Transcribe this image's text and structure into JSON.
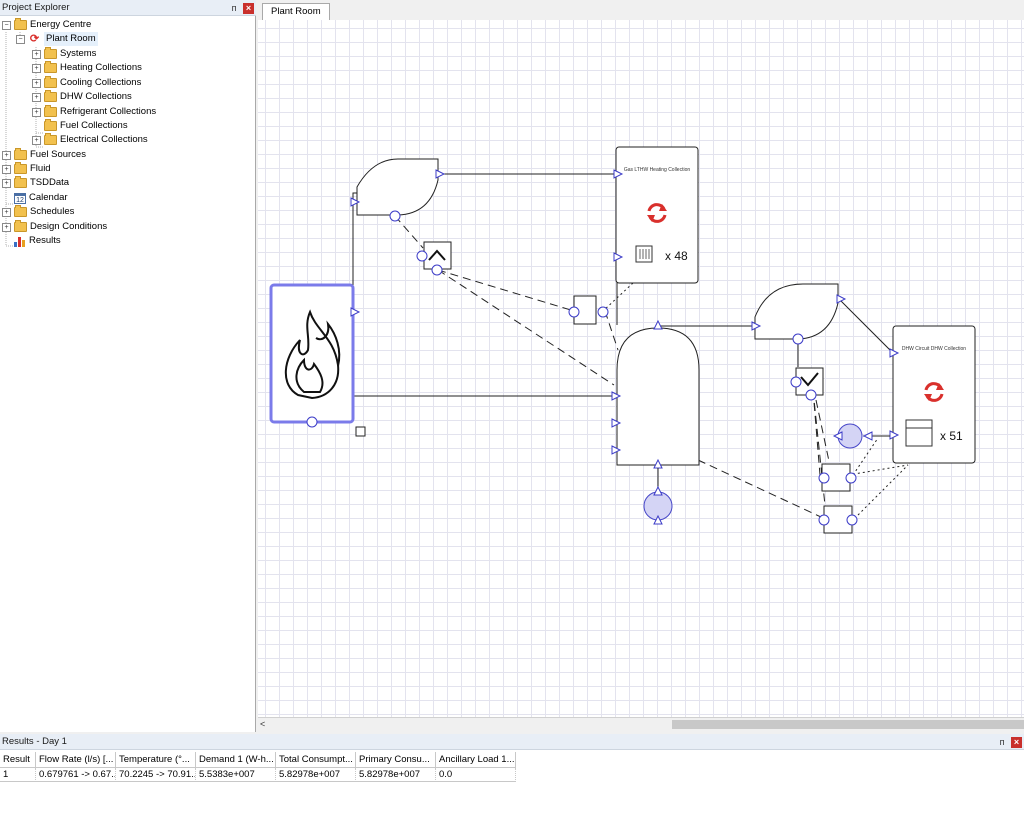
{
  "explorer": {
    "title": "Project Explorer",
    "items": [
      {
        "label": "Energy Centre",
        "icon": "folder-icon"
      },
      {
        "label": "Plant Room",
        "icon": "refresh-icon"
      },
      {
        "label": "Systems",
        "icon": "folder-icon"
      },
      {
        "label": "Heating Collections",
        "icon": "folder-icon"
      },
      {
        "label": "Cooling Collections",
        "icon": "folder-icon"
      },
      {
        "label": "DHW Collections",
        "icon": "folder-icon"
      },
      {
        "label": "Refrigerant Collections",
        "icon": "folder-icon"
      },
      {
        "label": "Fuel Collections",
        "icon": "folder-icon"
      },
      {
        "label": "Electrical Collections",
        "icon": "folder-icon"
      },
      {
        "label": "Fuel Sources",
        "icon": "folder-icon"
      },
      {
        "label": "Fluid",
        "icon": "folder-icon"
      },
      {
        "label": "TSDData",
        "icon": "folder-icon"
      },
      {
        "label": "Calendar",
        "icon": "calendar-icon"
      },
      {
        "label": "Schedules",
        "icon": "folder-icon"
      },
      {
        "label": "Design Conditions",
        "icon": "folder-icon"
      },
      {
        "label": "Results",
        "icon": "chart-icon"
      }
    ],
    "calendar_icon_text": "12"
  },
  "document": {
    "tab_label": "Plant Room"
  },
  "diagram": {
    "heating_collection": {
      "title": "Gas LTHW Heating Collection",
      "count": "x 48"
    },
    "dhw_collection": {
      "title": "DHW Circuit DHW Collection",
      "count": "x 51"
    }
  },
  "results": {
    "title": "Results - Day 1",
    "columns": [
      "Result",
      "Flow Rate (l/s) [...",
      "Temperature (°...",
      "Demand 1 (W-h...",
      "Total Consumpt...",
      "Primary Consu...",
      "Ancillary Load 1..."
    ],
    "rows": [
      [
        "1",
        "0.679761 -> 0.67...",
        "70.2245 -> 70.91...",
        "5.5383e+007",
        "5.82978e+007",
        "5.82978e+007",
        "0.0"
      ]
    ]
  },
  "colors": {
    "selection": "#7b7bea",
    "port_fill": "#d4d4f5",
    "port_stroke": "#4646c8",
    "refresh_red": "#d9302c"
  }
}
